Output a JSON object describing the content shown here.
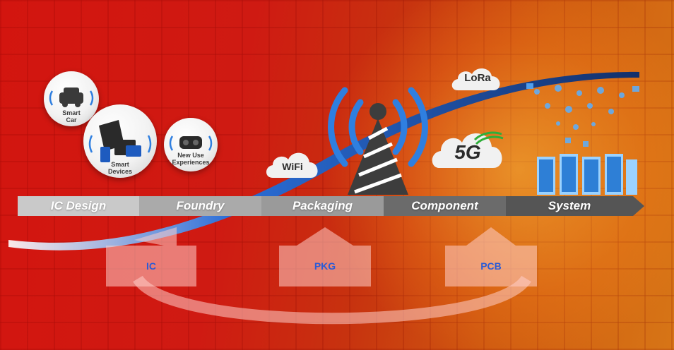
{
  "bubbles": {
    "smart_car": "Smart\nCar",
    "smart_devices": "Smart\nDevices",
    "new_use": "New Use\nExperiences"
  },
  "clouds": {
    "wifi": "WiFi",
    "lora": "LoRa",
    "fiveg": "5G"
  },
  "stages": [
    "IC Design",
    "Foundry",
    "Packaging",
    "Component",
    "System"
  ],
  "flow_boxes": [
    "IC",
    "PKG",
    "PCB"
  ],
  "colors": {
    "stage_1": "#c9c9c9",
    "stage_2": "#aaaaaa",
    "stage_3": "#9a9a9a",
    "stage_4": "#6b6b6b",
    "stage_5": "#555555",
    "swoosh": "#1f5fc8",
    "tower": "#3d3d3d",
    "signal": "#2f7fe0",
    "flow_text": "#2a5bd6"
  }
}
